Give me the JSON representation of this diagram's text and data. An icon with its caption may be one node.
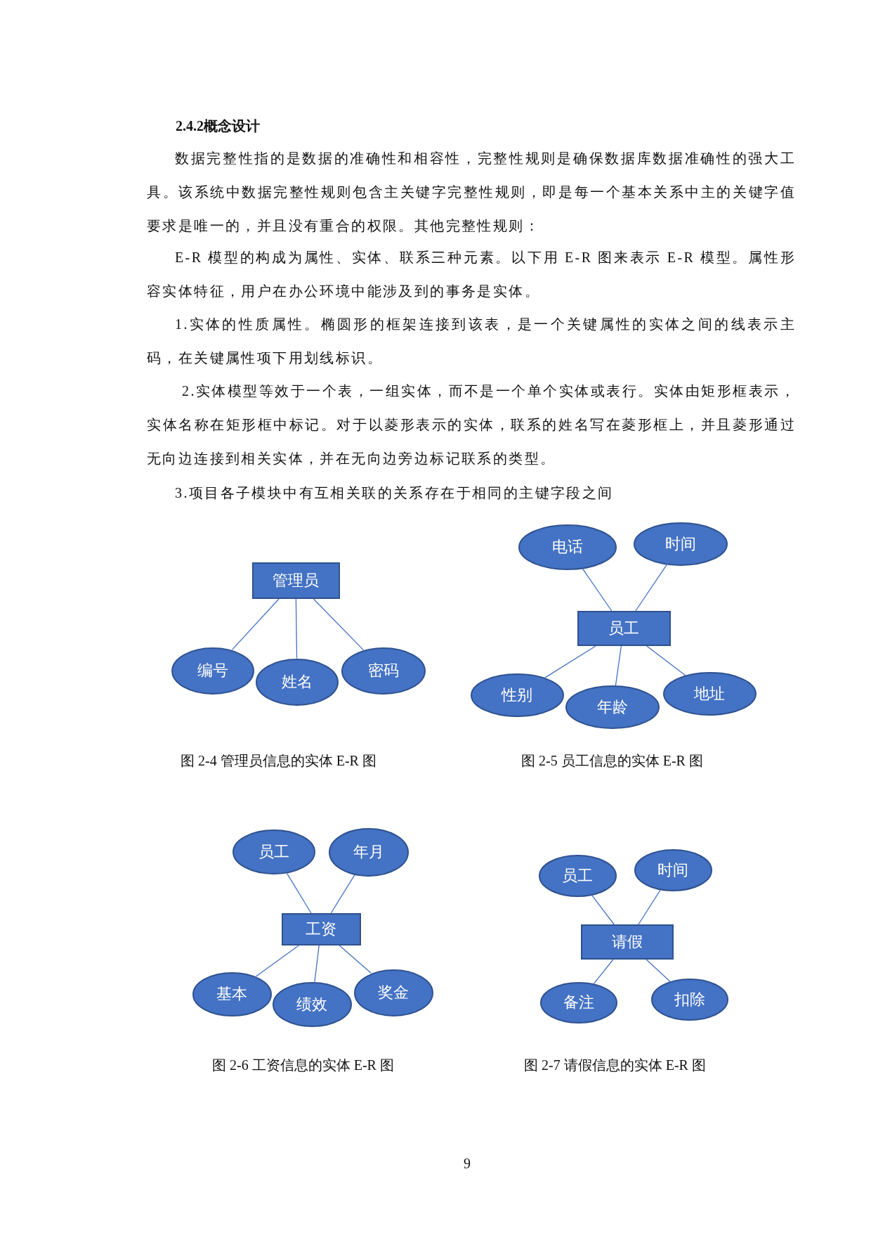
{
  "diagram": {
    "title": "2.4.2概念设计",
    "nodes": [
      {
        "text": [
          "管理员"
        ]
      },
      {
        "text": [
          "编号"
        ]
      },
      {
        "text": [
          "姓名"
        ]
      },
      {
        "text": [
          "密码"
        ]
      },
      {
        "text": [
          "电话"
        ]
      },
      {
        "text": [
          "时间"
        ]
      },
      {
        "text": [
          "员工"
        ]
      },
      {
        "text": [
          "性别"
        ]
      },
      {
        "text": [
          "年龄"
        ]
      },
      {
        "text": [
          "地址"
        ]
      },
      {
        "text": [
          "员工"
        ]
      },
      {
        "text": [
          "年月"
        ]
      },
      {
        "text": [
          "工资"
        ]
      },
      {
        "text": [
          "基本"
        ]
      },
      {
        "text": [
          "绩效"
        ]
      },
      {
        "text": [
          "奖金"
        ]
      },
      {
        "text": [
          "员工"
        ]
      },
      {
        "text": [
          "时间"
        ]
      },
      {
        "text": [
          "请假"
        ]
      },
      {
        "text": [
          "备注"
        ]
      },
      {
        "text": [
          "扣除"
        ]
      }
    ],
    "edges": [
      {
        "from": 0,
        "to": 1,
        "arrow": "none"
      },
      {
        "from": 0,
        "to": 2,
        "arrow": "none"
      },
      {
        "from": 0,
        "to": 3,
        "arrow": "none"
      },
      {
        "from": 6,
        "to": 4,
        "arrow": "none"
      },
      {
        "from": 6,
        "to": 5,
        "arrow": "none"
      },
      {
        "from": 6,
        "to": 7,
        "arrow": "none"
      },
      {
        "from": 6,
        "to": 8,
        "arrow": "none"
      },
      {
        "from": 6,
        "to": 9,
        "arrow": "none"
      },
      {
        "from": 12,
        "to": 10,
        "arrow": "none"
      },
      {
        "from": 12,
        "to": 11,
        "arrow": "none"
      },
      {
        "from": 12,
        "to": 13,
        "arrow": "none"
      },
      {
        "from": 12,
        "to": 14,
        "arrow": "none"
      },
      {
        "from": 12,
        "to": 15,
        "arrow": "none"
      },
      {
        "from": 18,
        "to": 16,
        "arrow": "none"
      },
      {
        "from": 18,
        "to": 17,
        "arrow": "none"
      },
      {
        "from": 18,
        "to": 19,
        "arrow": "none"
      },
      {
        "from": 18,
        "to": 20,
        "arrow": "none"
      }
    ],
    "labels": [
      "数据完整性指的是数据的准确性和相容性，完整性规则是确保数据库数据准确性的强大工具。该系统中数据完整性规则包含主关键字完整性规则，即是每一个基本关系中主的关键字值要求是唯一的，并且没有重合的权限。其他完整性规则：",
      "E-R 模型的构成为属性、实体、联系三种元素。以下用 E-R 图来表示 E-R 模型。属性形容实体特征，用户在办公环境中能涉及到的事务是实体。",
      "1.实体的性质属性。椭圆形的框架连接到该表，是一个关键属性的实体之间的线表示主码，在关键属性项下用划线标识。",
      "2.实体模型等效于一个表，一组实体，而不是一个单个实体或表行。实体由矩形框表示，实体名称在矩形框中标记。对于以菱形表示的实体，联系的姓名写在菱形框上，并且菱形通过无向边连接到相关实体，并在无向边旁边标记联系的类型。",
      "3.项目各子模块中有互相关联的关系存在于相同的主键字段之间",
      "图 2-4 管理员信息的实体 E-R 图",
      "图 2-5 员工信息的实体 E-R 图",
      "图 2-6 工资信息的实体 E-R 图",
      "图 2-7 请假信息的实体 E-R 图",
      "9"
    ]
  }
}
